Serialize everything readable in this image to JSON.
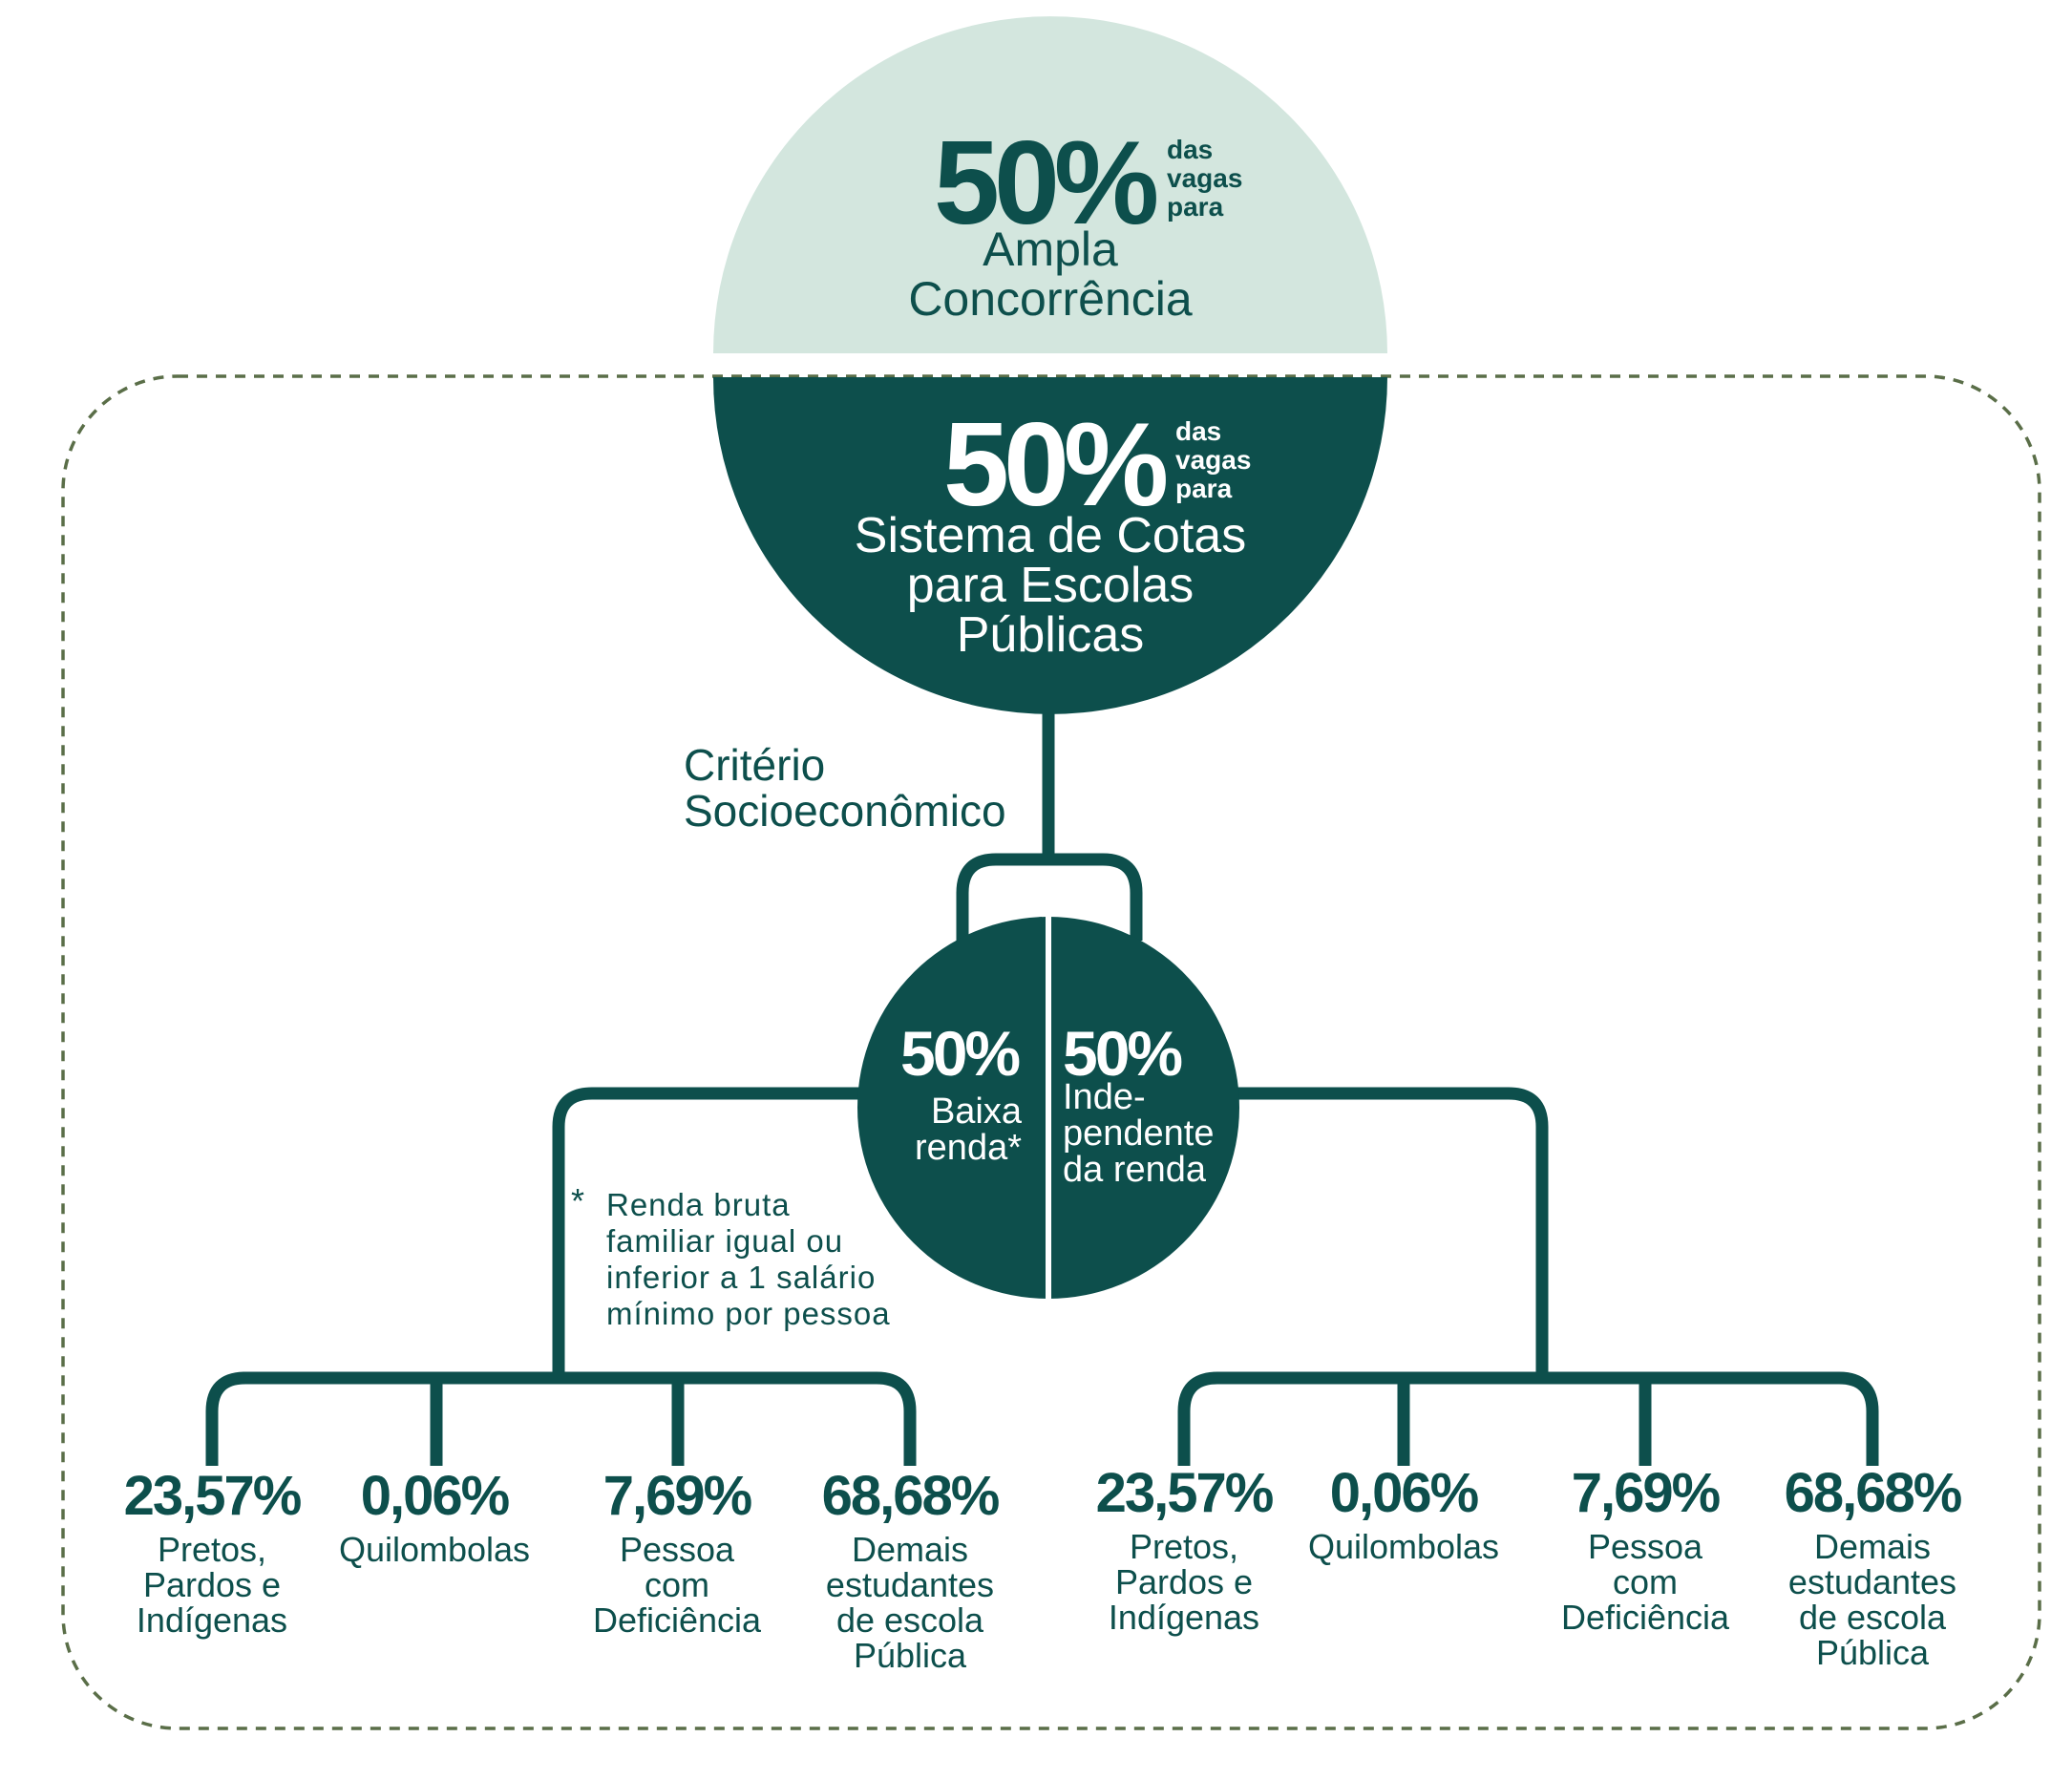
{
  "colors": {
    "dark": "#0d4f4c",
    "light": "#d3e6de",
    "dashed_border": "#5a6e48",
    "white": "#ffffff"
  },
  "top": {
    "pct": "50%",
    "small": [
      "das",
      "vagas",
      "para"
    ],
    "label": [
      "Ampla",
      "Concorrência"
    ]
  },
  "quota": {
    "pct": "50%",
    "small": [
      "das",
      "vagas",
      "para"
    ],
    "label": [
      "Sistema de Cotas",
      "para Escolas",
      "Públicas"
    ]
  },
  "criterion": [
    "Critério",
    "Socioeconômico"
  ],
  "low_income": {
    "pct": "50%",
    "label": [
      "Baixa",
      "renda*"
    ]
  },
  "independent": {
    "pct": "50%",
    "label": [
      "Inde-",
      "pendente",
      "da renda"
    ]
  },
  "footnote": {
    "mark": "*",
    "lines": [
      "Renda bruta",
      "familiar igual ou",
      "inferior a 1 salário",
      "mínimo por pessoa"
    ]
  },
  "left_groups": [
    {
      "pct": "23,57%",
      "label": "Pretos,\nPardos e\nIndígenas"
    },
    {
      "pct": "0,06%",
      "label": "Quilombolas"
    },
    {
      "pct": "7,69%",
      "label": "Pessoa\ncom\nDeficiência"
    },
    {
      "pct": "68,68%",
      "label": "Demais\nestudantes\nde escola\nPública"
    }
  ],
  "right_groups": [
    {
      "pct": "23,57%",
      "label": "Pretos,\nPardos e\nIndígenas"
    },
    {
      "pct": "0,06%",
      "label": "Quilombolas"
    },
    {
      "pct": "7,69%",
      "label": "Pessoa\ncom\nDeficiência"
    },
    {
      "pct": "68,68%",
      "label": "Demais\nestudantes\nde escola\nPública"
    }
  ]
}
